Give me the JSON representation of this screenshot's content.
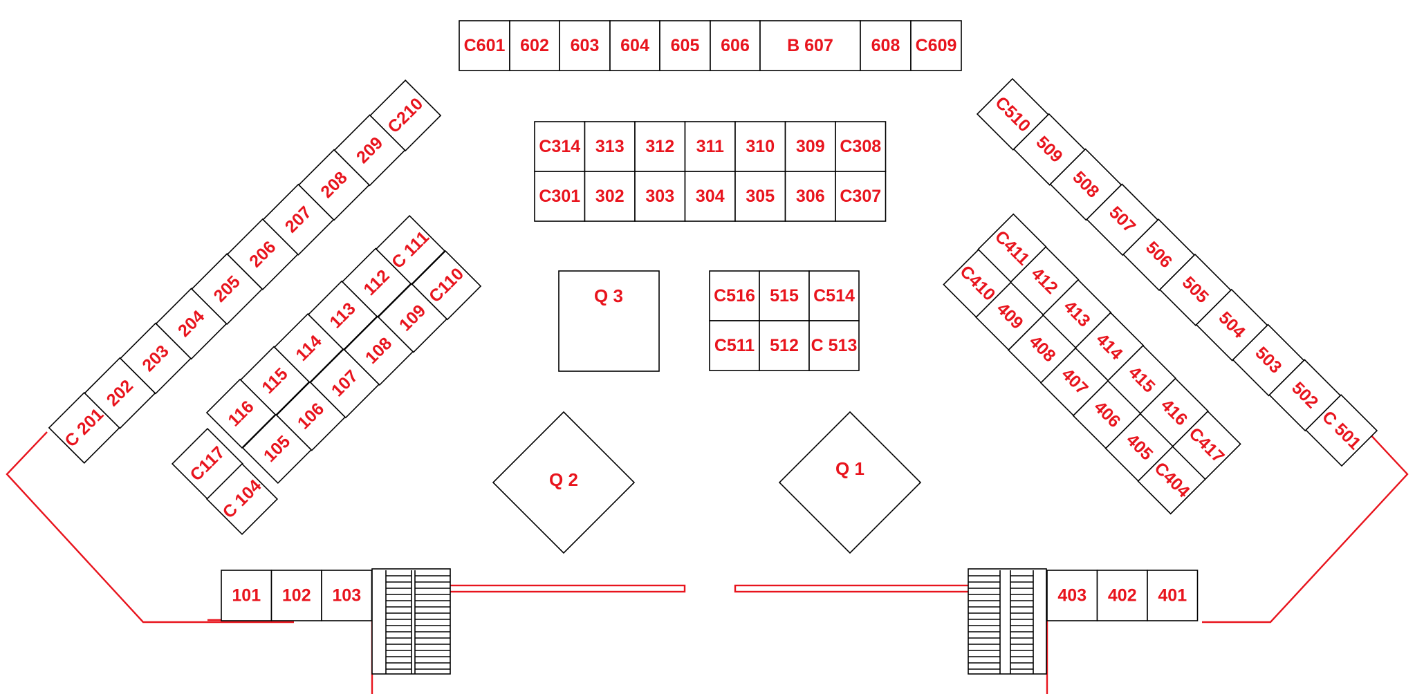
{
  "row_600": [
    "C601",
    "602",
    "603",
    "604",
    "605",
    "606",
    "B 607",
    "608",
    "C609"
  ],
  "row_300_top": [
    "C314",
    "313",
    "312",
    "311",
    "310",
    "309",
    "C308"
  ],
  "row_300_bottom": [
    "C301",
    "302",
    "303",
    "304",
    "305",
    "306",
    "C307"
  ],
  "row_500_center_top": [
    "C516",
    "515",
    "C514"
  ],
  "row_500_center_bottom": [
    "C511",
    "512",
    "C 513"
  ],
  "row_200": [
    "C 201",
    "202",
    "203",
    "204",
    "205",
    "206",
    "207",
    "208",
    "209",
    "C210"
  ],
  "row_100_outer": [
    "116",
    "115",
    "114",
    "113",
    "112",
    "C 111"
  ],
  "row_100_inner": [
    "105",
    "106",
    "107",
    "108",
    "109",
    "C110"
  ],
  "row_100_end_outer": "C117",
  "row_100_end_inner": "C 104",
  "row_100_bottom": [
    "101",
    "102",
    "103"
  ],
  "row_500_diagonal": [
    "C510",
    "509",
    "508",
    "507",
    "506",
    "505",
    "504",
    "503",
    "502",
    "C 501"
  ],
  "row_400_outer": [
    "C410",
    "409",
    "408",
    "407",
    "406",
    "405",
    "C404"
  ],
  "row_400_inner": [
    "C411",
    "412",
    "413",
    "414",
    "415",
    "416",
    "C417"
  ],
  "row_400_bottom": [
    "403",
    "402",
    "401"
  ],
  "areas": {
    "q1": "Q 1",
    "q2": "Q 2",
    "q3": "Q 3"
  },
  "colors": {
    "label": "#e8141d",
    "outline": "#000000",
    "wall": "#e8141d"
  }
}
